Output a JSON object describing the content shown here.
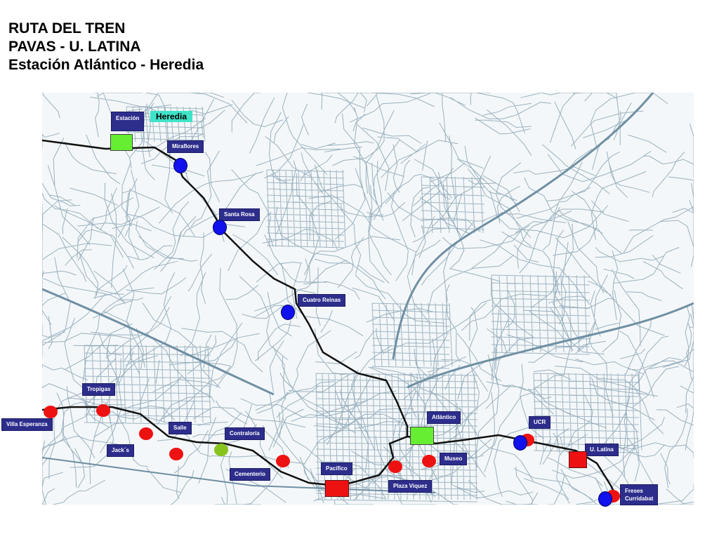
{
  "title": {
    "line1": "RUTA DEL TREN",
    "line2": "PAVAS - U. LATINA",
    "line3": "Estación Atlántico - Heredia"
  },
  "labels": {
    "estacion": "Estación",
    "heredia": "Heredia",
    "miraflores": "Miraflores",
    "santa_rosa": "Santa Rosa",
    "cuatro_reinas": "Cuatro Reinas",
    "tropigas": "Tropigas",
    "villa_esperanza": "Villa Esperanza",
    "salle": "Salle",
    "contraloria": "Contraloría",
    "jacks": "Jack´s",
    "cementerio": "Cementerio",
    "pacifico": "Pacífico",
    "plaza_viquez": "Plaza Viquez",
    "museo": "Museo",
    "atlantico": "Atlántico",
    "ucr": "UCR",
    "u_latina": "U. Latina",
    "freses_1": "Freses",
    "freses_2": "Curridabat"
  },
  "colors": {
    "label_bg": "#2d2d8c",
    "highlight": "#3fe3c8",
    "station_red": "#ee1111",
    "station_blue": "#1111ee",
    "station_green": "#88c41e",
    "route_line": "#111111",
    "streets": "#8aa4b4",
    "highways": "#6f8fa3"
  }
}
